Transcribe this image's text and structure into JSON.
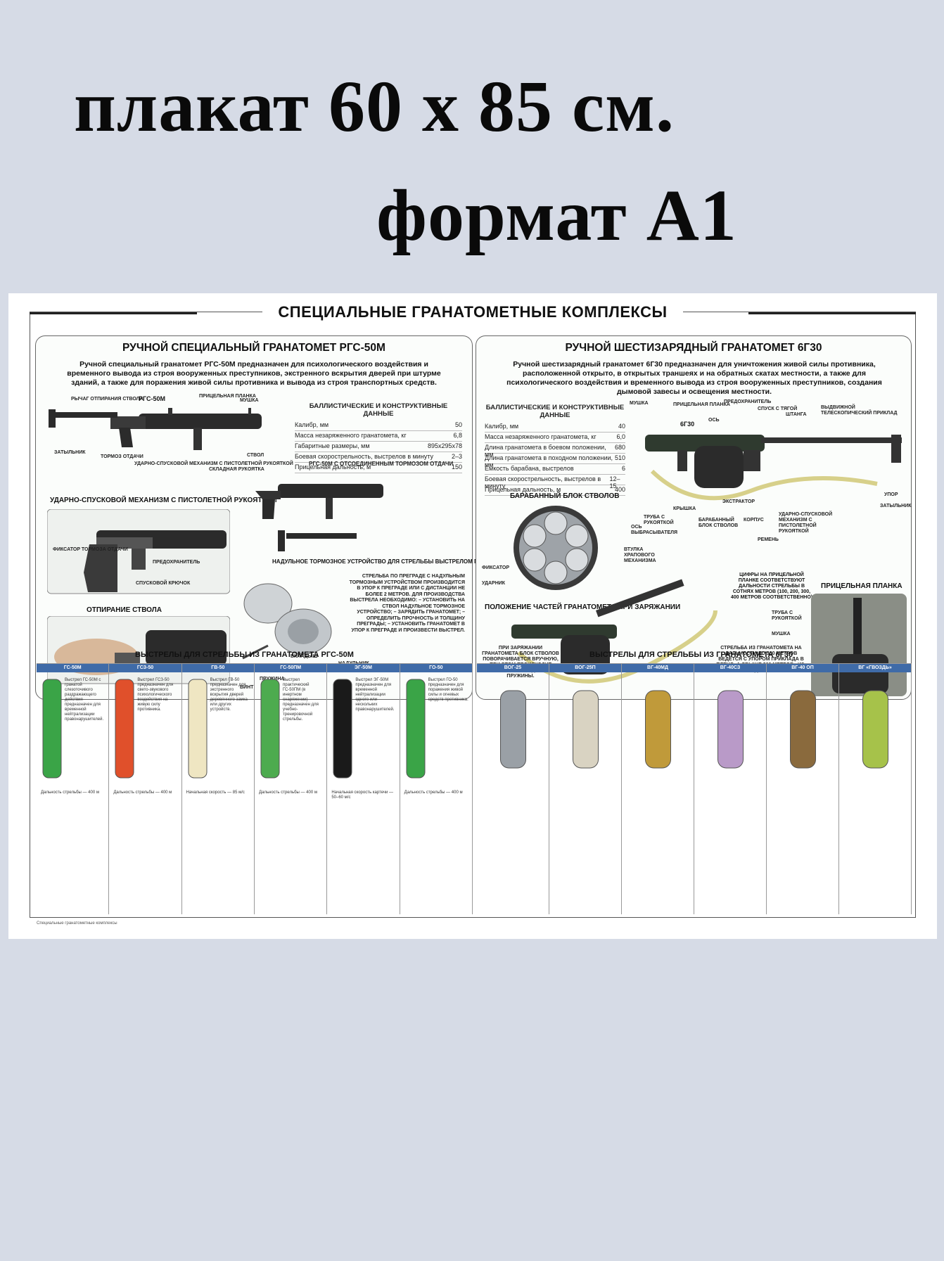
{
  "heading": {
    "line1": "плакат  60 х 85 см.",
    "line2": "формат А1"
  },
  "poster": {
    "title": "СПЕЦИАЛЬНЫЕ ГРАНАТОМЕТНЫЕ КОМПЛЕКСЫ",
    "footer": "Специальные гранатометные комплексы",
    "left": {
      "title": "РУЧНОЙ СПЕЦИАЛЬНЫЙ ГРАНАТОМЕТ РГС-50М",
      "intro": "Ручной специальный гранатомет РГС-50М предназначен для психологического воздействия и временного вывода из строя вооруженных преступников, экстренного вскрытия дверей при штурме зданий, а также для поражения живой силы противника и вывода из строя транспортных средств.",
      "table": {
        "title": "БАЛЛИСТИЧЕСКИЕ И КОНСТРУКТИВНЫЕ ДАННЫЕ",
        "rows": [
          {
            "k": "Калибр, мм",
            "v": "50"
          },
          {
            "k": "Масса незаряженного гранатомета, кг",
            "v": "6,8"
          },
          {
            "k": "Габаритные размеры, мм",
            "v": "895х295х78"
          },
          {
            "k": "Боевая скорострельность, выстрелов в минуту",
            "v": "2–3"
          },
          {
            "k": "Прицельная дальность, м",
            "v": "150"
          }
        ]
      },
      "gun_name": "РГС-50М",
      "labels": {
        "lever": "РЫЧАГ ОТПИРАНИЯ СТВОЛА",
        "sight": "ПРИЦЕЛЬНАЯ ПЛАНКА",
        "muzzle": "МУШКА",
        "butt": "ЗАТЫЛЬНИК",
        "brake": "ТОРМОЗ ОТДАЧИ",
        "trigger": "УДАРНО-СПУСКОВОЙ МЕХАНИЗМ С ПИСТОЛЕТНОЙ РУКОЯТКОЙ",
        "folding": "СКЛАДНАЯ РУКОЯТКА",
        "barrel": "СТВОЛ",
        "detached": "РГС-50М С ОТСОЕДИНЕННЫМ ТОРМОЗОМ ОТДАЧИ",
        "fixator": "ФИКСАТОР ТОРМОЗА ОТДАЧИ",
        "safety": "ПРЕДОХРАНИТЕЛЬ",
        "hook": "СПУСКОВОЙ КРЮЧОК",
        "washer": "ВКЛАДЫШ",
        "nut": "НАДУЛЬНИК",
        "screw": "ВИНТ",
        "spring": "ПРУЖИНА"
      },
      "sub": {
        "mechanism": "УДАРНО-СПУСКОВОЙ МЕХАНИЗМ С ПИСТОЛЕТНОЙ РУКОЯТКОЙ",
        "unlock": "ОТПИРАНИЕ СТВОЛА",
        "muzzle_device": "НАДУЛЬНОЕ ТОРМОЗНОЕ УСТРОЙСТВО ДЛЯ СТРЕЛЬБЫ ВЫСТРЕЛОМ ГВ-50"
      },
      "muzzle_text": "СТРЕЛЬБА ПО ПРЕГРАДЕ С НАДУЛЬНЫМ ТОРМОЗНЫМ УСТРОЙСТВОМ ПРОИЗВОДИТСЯ В УПОР К ПРЕГРАДЕ ИЛИ С ДИСТАНЦИИ НЕ БОЛЕЕ 2 МЕТРОВ. ДЛЯ ПРОИЗВОДСТВА ВЫСТРЕЛА НЕОБХОДИМО: – УСТАНОВИТЬ НА СТВОЛ НАДУЛЬНОЕ ТОРМОЗНОЕ УСТРОЙСТВО; – ЗАРЯДИТЬ ГРАНАТОМЕТ; – ОПРЕДЕЛИТЬ ПРОЧНОСТЬ И ТОЛЩИНУ ПРЕГРАДЫ; – УСТАНОВИТЬ ГРАНАТОМЕТ В УПОР К ПРЕГРАДЕ И ПРОИЗВЕСТИ ВЫСТРЕЛ.",
      "shots_title": "ВЫСТРЕЛЫ ДЛЯ СТРЕЛЬБЫ ИЗ ГРАНАТОМЕТА РГС-50М",
      "shots": [
        {
          "name": "ГС-50М",
          "color": "#3aa447",
          "text": "Выстрел ГС-50М с гранатой слезоточивого раздражающего действия предназначен для временной нейтрализации правонарушителей.",
          "stats": "Дальность стрельбы — 400 м"
        },
        {
          "name": "ГСЗ-50",
          "color": "#e0502b",
          "text": "Выстрел ГСЗ-50 предназначен для свето-звукового психологического воздействия на живую силу противника.",
          "stats": "Дальность стрельбы — 400 м"
        },
        {
          "name": "ГВ-50",
          "color": "#efe6c2",
          "text": "Выстрел ГВ-50 предназначен для экстренного вскрытия дверей деревянного замка или других устройств.",
          "stats": "Начальная скорость — 85 м/с"
        },
        {
          "name": "ГС-50ПМ",
          "color": "#4dab4f",
          "text": "Выстрел практический ГС-50ПМ (в инертном снаряжении) предназначен для учебно-тренировочной стрельбы.",
          "stats": "Дальность стрельбы — 400 м"
        },
        {
          "name": "ЭГ-50М",
          "color": "#1a1a1a",
          "text": "Выстрел ЭГ-50М предназначен для временной нейтрализации одного или нескольких правонарушителей.",
          "stats": "Начальная скорость картечи — 50–60 м/с"
        },
        {
          "name": "ГО-50",
          "color": "#3aa447",
          "text": "Выстрел ГО-50 предназначен для поражения живой силы и огневых средств противника.",
          "stats": "Дальность стрельбы — 400 м"
        }
      ]
    },
    "right": {
      "title": "РУЧНОЙ ШЕСТИЗАРЯДНЫЙ ГРАНАТОМЕТ 6Г30",
      "intro": "Ручной шестизарядный гранатомет 6Г30 предназначен для уничтожения живой силы противника, расположенной открыто, в открытых траншеях и на обратных скатах местности, а также для психологического воздействия и временного вывода из строя вооруженных преступников, создания дымовой завесы и освещения местности.",
      "table": {
        "title": "БАЛЛИСТИЧЕСКИЕ И КОНСТРУКТИВНЫЕ ДАННЫЕ",
        "rows": [
          {
            "k": "Калибр, мм",
            "v": "40"
          },
          {
            "k": "Масса незаряженного гранатомета, кг",
            "v": "6,0"
          },
          {
            "k": "Длина гранатомета в боевом положении, мм",
            "v": "680"
          },
          {
            "k": "Длина гранатомета в походном положении, мм",
            "v": "510"
          },
          {
            "k": "Емкость барабана, выстрелов",
            "v": "6"
          },
          {
            "k": "Боевая скорострельность, выстрелов в минуту",
            "v": "12–15"
          },
          {
            "k": "Прицельная дальность, м",
            "v": "400"
          }
        ]
      },
      "gun_name": "6Г30",
      "labels": {
        "muzzle": "МУШКА",
        "sight": "ПРИЦЕЛЬНАЯ ПЛАНКА",
        "axis": "ОСЬ",
        "safety": "ПРЕДОХРАНИТЕЛЬ",
        "trigger": "СПУСК С ТЯГОЙ",
        "rod": "ШТАНГА",
        "stock": "ВЫДВИЖНОЙ ТЕЛЕСКОПИЧЕСКИЙ ПРИКЛАД",
        "extractor": "ЭКСТРАКТОР",
        "stop": "УПОР",
        "butt": "ЗАТЫЛЬНИК",
        "tube": "ТРУБА С РУКОЯТКОЙ",
        "cover": "КРЫШКА",
        "drum": "БАРАБАННЫЙ БЛОК СТВОЛОВ",
        "body": "КОРПУС",
        "mech": "УДАРНО-СПУСКОВОЙ МЕХАНИЗМ С ПИСТОЛЕТНОЙ РУКОЯТКОЙ",
        "strap": "РЕМЕНЬ",
        "fixator": "ФИКСАТОР",
        "striker": "УДАРНИК",
        "ejector_axis": "ОСЬ ВЫБРАСЫВАТЕЛЯ",
        "sleeve": "ВТУЛКА ХРАПОВОГО МЕХАНИЗМА"
      },
      "sub": {
        "drum": "БАРАБАННЫЙ БЛОК СТВОЛОВ",
        "loading": "ПОЛОЖЕНИЕ ЧАСТЕЙ ГРАНАТОМЕТА ПРИ ЗАРЯЖАНИИ",
        "sight_bar": "ПРИЦЕЛЬНАЯ ПЛАНКА",
        "sight_note": "ЦИФРЫ НА ПРИЦЕЛЬНОЙ ПЛАНКЕ СООТВЕТСТВУЮТ ДАЛЬНОСТИ СТРЕЛЬБЫ В СОТНЯХ МЕТРОВ (100, 200, 300, 400 МЕТРОВ СООТВЕТСТВЕННО)",
        "loading_note": "ПРИ ЗАРЯЖАНИИ ГРАНАТОМЕТА БЛОК СТВОЛОВ ПОВОРАЧИВАЕТСЯ ВРУЧНУЮ, ПРИ ЭТОМ ПРОИСХОДИТ СЖАТИЕ ЗАВОДНОЙ ПРУЖИНЫ.",
        "fire_note": "СТРЕЛЬБА ИЗ ГРАНАТОМЕТА НА ДАЛЬНОСТИ ДО 300 МЕТРОВ ВЕДЕТСЯ С УПОРОМ ПРИКЛАДА В ПЛЕЧО, А СВЫШЕ 300 МЕТРОВ «ИЗ-ПОД РУКИ»"
      },
      "shots_title": "ВЫСТРЕЛЫ ДЛЯ СТРЕЛЬБЫ ИЗ ГРАНАТОМЕТА 6Г30",
      "shots": [
        {
          "name": "ВОГ-25",
          "color": "#9aa0a6"
        },
        {
          "name": "ВОГ-25П",
          "color": "#d9d3c2"
        },
        {
          "name": "ВГ-40МД",
          "color": "#c09a3a"
        },
        {
          "name": "ВГ-40СЗ",
          "color": "#b99ac8"
        },
        {
          "name": "ВГ-40 ОП",
          "color": "#8a6a3d"
        },
        {
          "name": "ВГ «ГВОЗДЬ»",
          "color": "#a6c24a"
        }
      ]
    }
  }
}
